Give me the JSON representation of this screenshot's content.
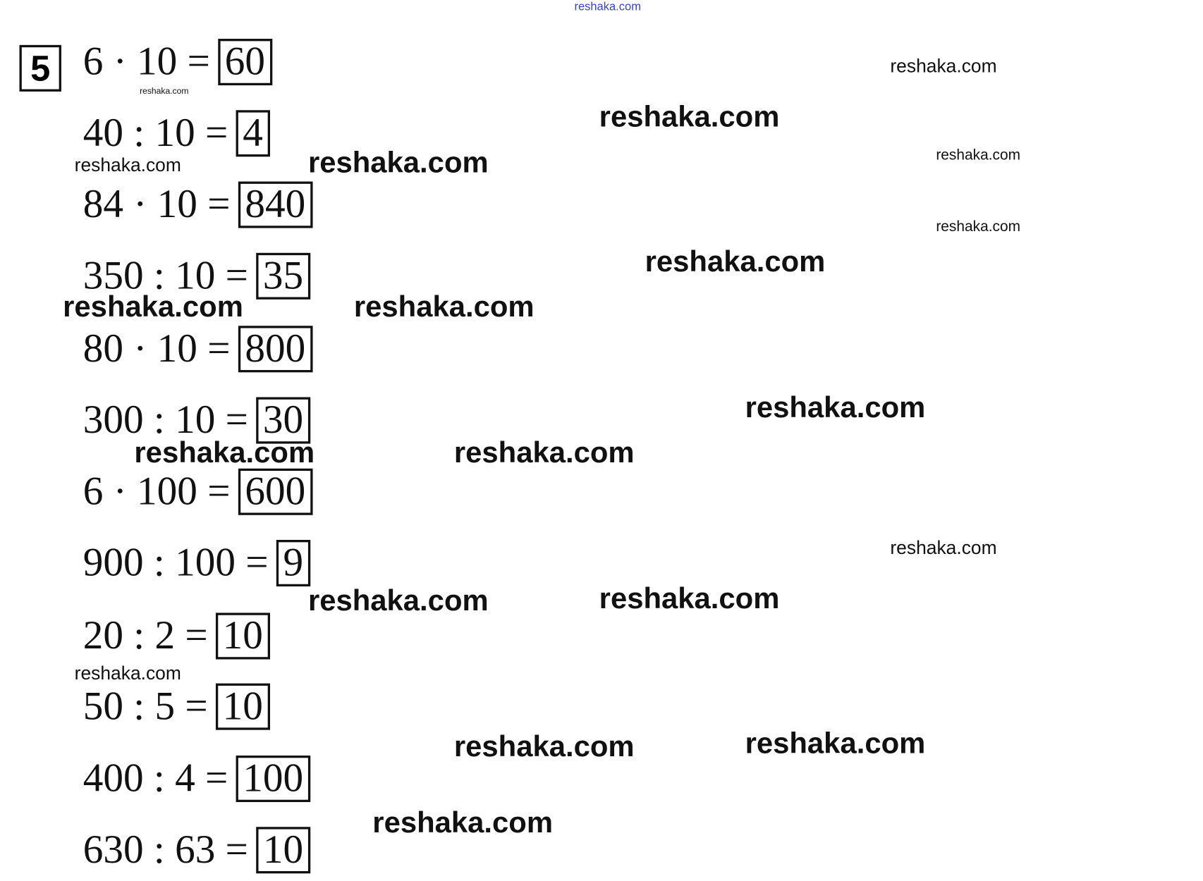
{
  "task_number": "5",
  "equations": [
    {
      "expr": "6 · 10 =",
      "answer": "60"
    },
    {
      "expr": "40 : 10 =",
      "answer": "4"
    },
    {
      "expr": "84 · 10 =",
      "answer": "840"
    },
    {
      "expr": "350 : 10 =",
      "answer": "35"
    },
    {
      "expr": "80 · 10 =",
      "answer": "800"
    },
    {
      "expr": "300 : 10 =",
      "answer": "30"
    },
    {
      "expr": "6 · 100 =",
      "answer": "600"
    },
    {
      "expr": "900 : 100 =",
      "answer": "9"
    },
    {
      "expr": "20 : 2 =",
      "answer": "10"
    },
    {
      "expr": "50 : 5 =",
      "answer": "10"
    },
    {
      "expr": "400 : 4 =",
      "answer": "100"
    },
    {
      "expr": "630 : 63 =",
      "answer": "10"
    }
  ],
  "watermark": "reshaka.com"
}
